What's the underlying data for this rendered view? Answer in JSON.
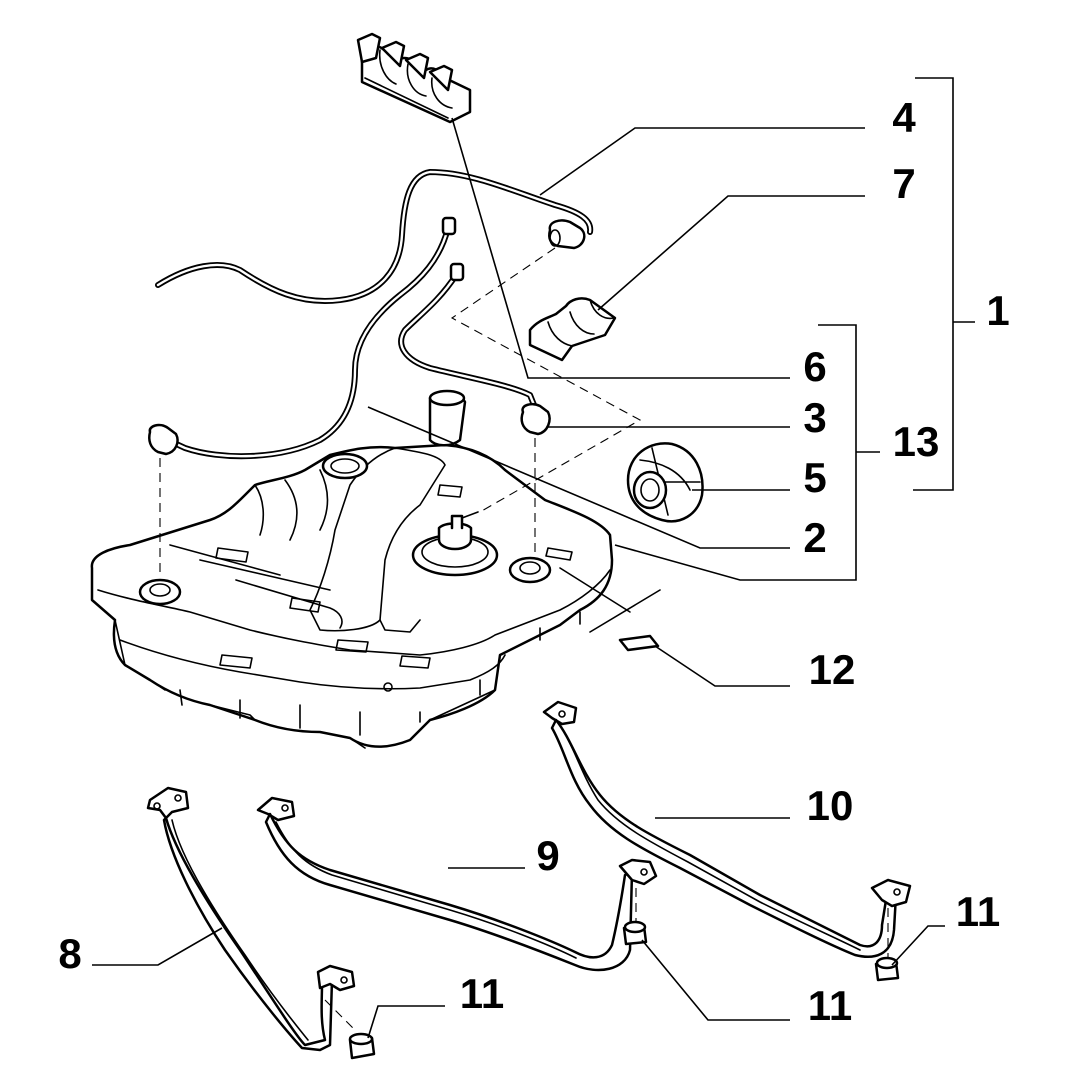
{
  "figure": {
    "type": "exploded parts diagram",
    "subject": "fuel tank assembly"
  },
  "callouts": [
    {
      "id": "c1",
      "label": "1"
    },
    {
      "id": "c2",
      "label": "2"
    },
    {
      "id": "c3",
      "label": "3"
    },
    {
      "id": "c4",
      "label": "4"
    },
    {
      "id": "c5",
      "label": "5"
    },
    {
      "id": "c6",
      "label": "6"
    },
    {
      "id": "c7",
      "label": "7"
    },
    {
      "id": "c8",
      "label": "8"
    },
    {
      "id": "c9",
      "label": "9"
    },
    {
      "id": "c10",
      "label": "10"
    },
    {
      "id": "c11a",
      "label": "11"
    },
    {
      "id": "c11b",
      "label": "11"
    },
    {
      "id": "c11c",
      "label": "11"
    },
    {
      "id": "c12",
      "label": "12"
    },
    {
      "id": "c13",
      "label": "13"
    }
  ],
  "colors": {
    "line": "#000000",
    "background": "#ffffff"
  }
}
